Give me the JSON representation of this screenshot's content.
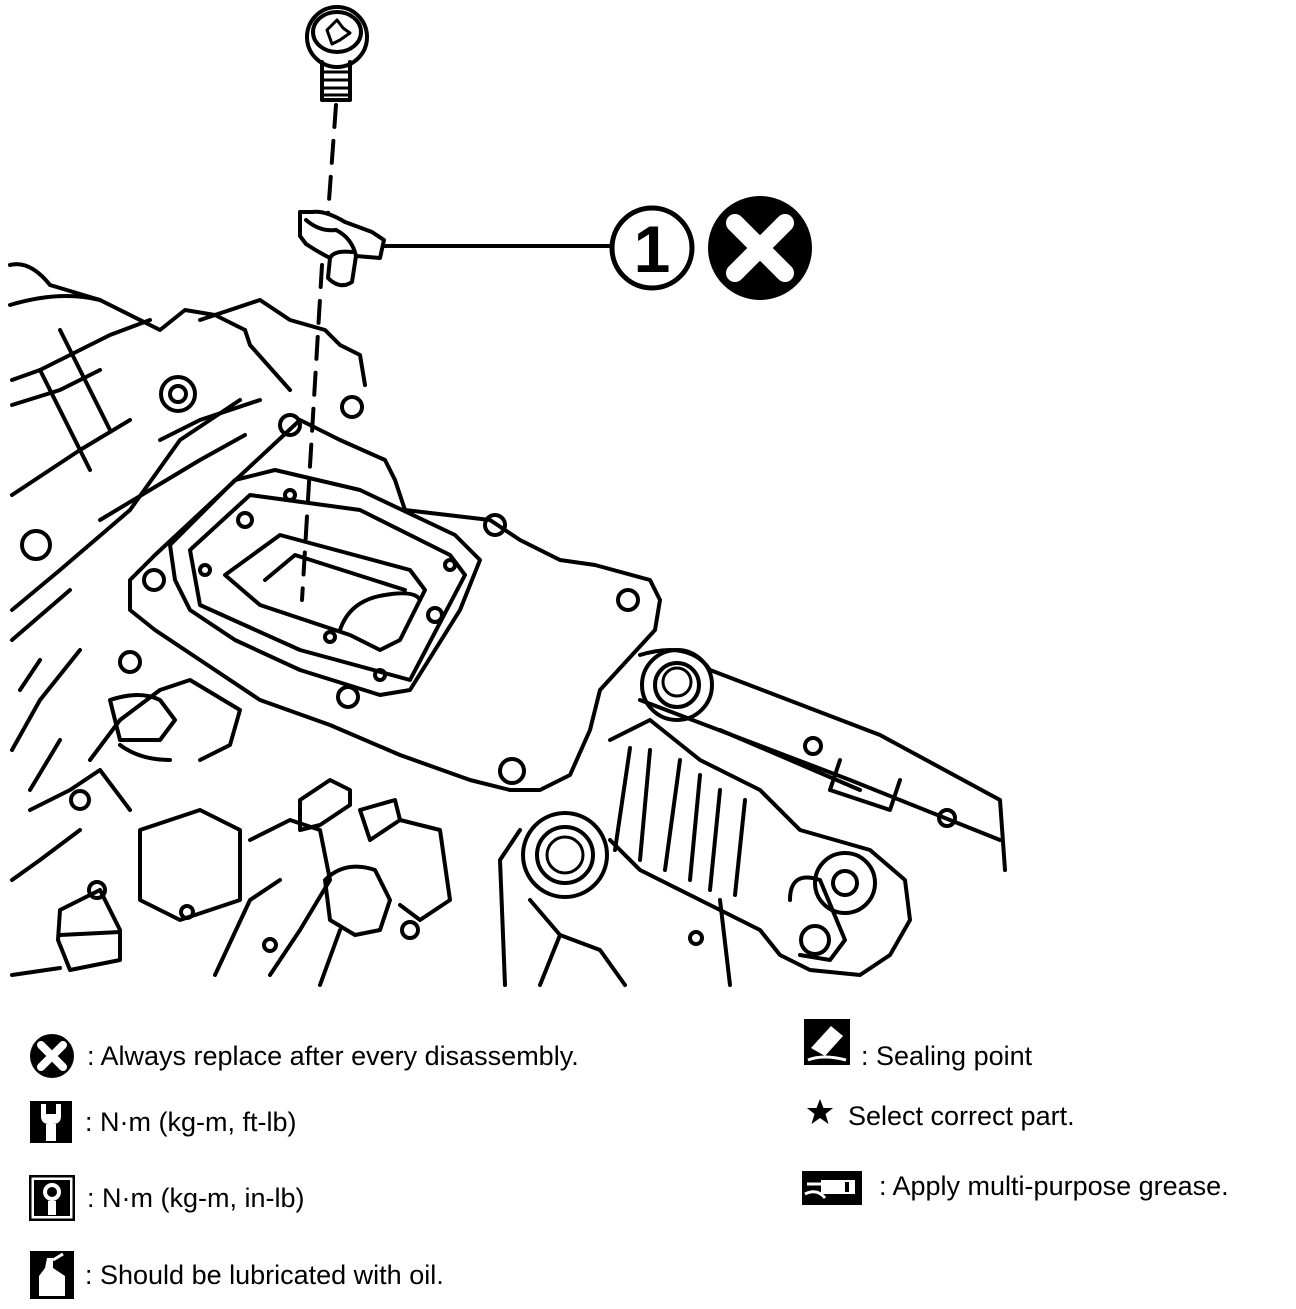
{
  "diagram": {
    "callout": {
      "number": "1"
    }
  },
  "legend": {
    "replace": {
      "text": ": Always replace after every disassembly.",
      "icon": "replace-x-icon"
    },
    "torque_ft_lb": {
      "text": ": N·m (kg-m, ft-lb)",
      "icon": "wrench-icon"
    },
    "torque_in_lb": {
      "text": ": N·m (kg-m, in-lb)",
      "icon": "wrench-bolt-icon"
    },
    "lubricate_oil": {
      "text": ": Should be lubricated with oil.",
      "icon": "oil-can-icon"
    },
    "sealing_point": {
      "text": ": Sealing point",
      "icon": "sealant-tube-icon"
    },
    "select_part": {
      "text": "Select correct part.",
      "icon": "star-icon"
    },
    "grease": {
      "text": ": Apply multi-purpose grease.",
      "icon": "grease-gun-icon"
    }
  },
  "colors": {
    "ink": "#000000",
    "paper": "#ffffff"
  }
}
